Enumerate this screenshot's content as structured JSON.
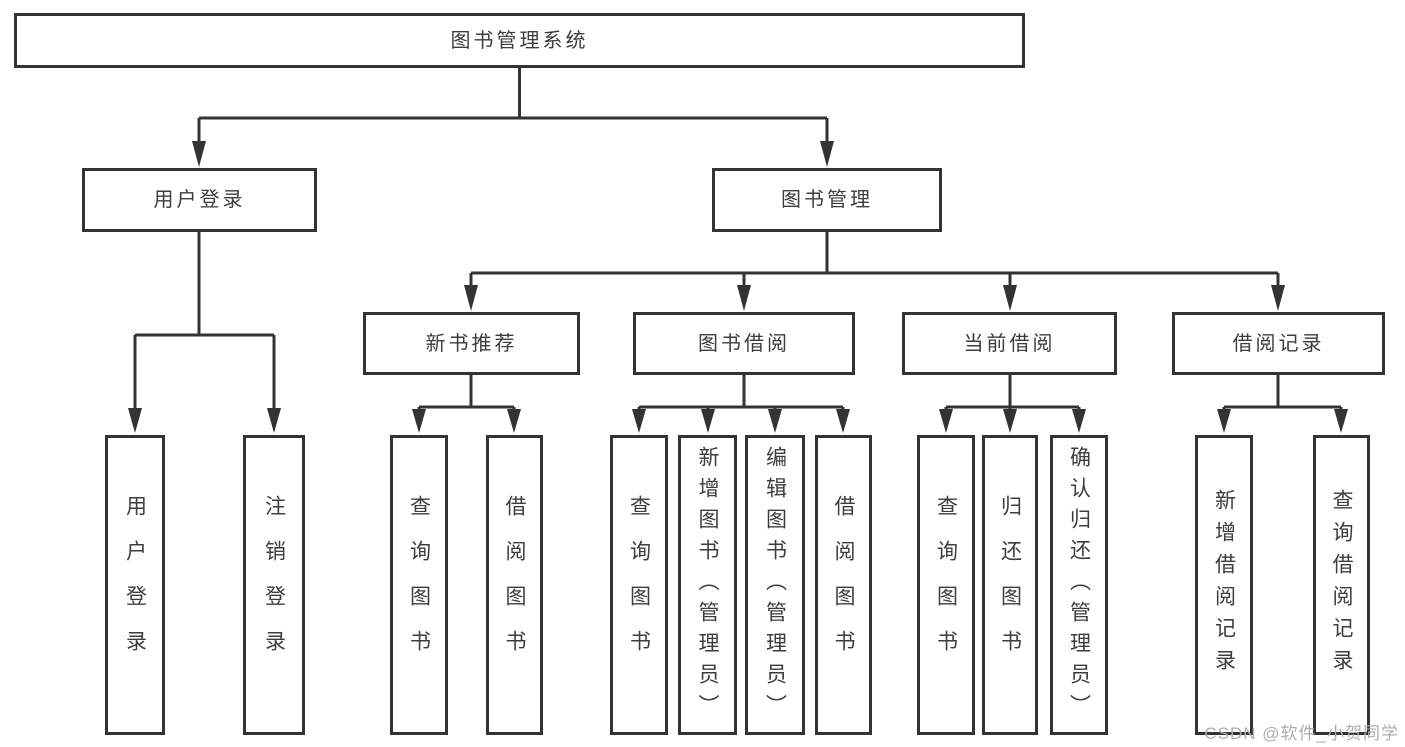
{
  "tree": {
    "label": "图书管理系统",
    "children": [
      {
        "label": "用户登录",
        "children": [
          {
            "label": "用户登录"
          },
          {
            "label": "注销登录"
          }
        ]
      },
      {
        "label": "图书管理",
        "children": [
          {
            "label": "新书推荐",
            "children": [
              {
                "label": "查询图书"
              },
              {
                "label": "借阅图书"
              }
            ]
          },
          {
            "label": "图书借阅",
            "children": [
              {
                "label": "查询图书"
              },
              {
                "label": "新增图书（管理员）"
              },
              {
                "label": "编辑图书（管理员）"
              },
              {
                "label": "借阅图书"
              }
            ]
          },
          {
            "label": "当前借阅",
            "children": [
              {
                "label": "查询图书"
              },
              {
                "label": "归还图书"
              },
              {
                "label": "确认归还（管理员）"
              }
            ]
          },
          {
            "label": "借阅记录",
            "children": [
              {
                "label": "新增借阅记录"
              },
              {
                "label": "查询借阅记录"
              }
            ]
          }
        ]
      }
    ]
  },
  "watermark": {
    "text": "CSDN @软件_小贺同学"
  },
  "colors": {
    "line": "#333333",
    "border": "#333333",
    "text": "#3d3d3d",
    "watermark": "#aeaeae",
    "background": "#ffffff"
  }
}
